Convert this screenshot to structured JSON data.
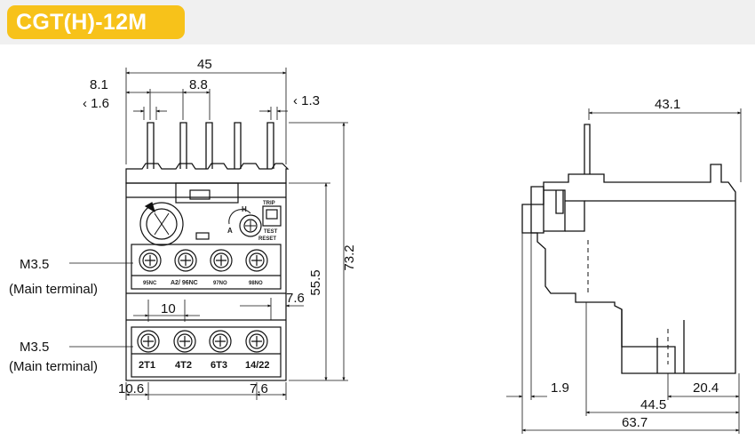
{
  "header": {
    "title": "CGT(H)-12M",
    "accent_color": "#f7c21a",
    "band_color": "#f0f0f0"
  },
  "front_view": {
    "dims": {
      "width_total": "45",
      "pitch": "8.1",
      "pitch_top": "8.8",
      "pin": "‹ 1.6",
      "pin_right": "‹ 1.3",
      "height_total": "73.2",
      "height_mid": "55.5",
      "terminal_pitch": "10",
      "offset_mid": "7.6",
      "offset_left": "10.6",
      "offset_bottom": "7.6"
    },
    "labels": {
      "upper_screw": "M3.5",
      "upper_desc": "(Main terminal)",
      "lower_screw": "M3.5",
      "lower_desc": "(Main terminal)"
    },
    "control": {
      "trip": "TRIP",
      "test": "TEST",
      "reset": "RESET",
      "h": "H",
      "a": "A"
    },
    "aux_terminals": [
      "95NC",
      "A2/ 96NC",
      "97NO",
      "98NO"
    ],
    "main_terminals": [
      "2T1",
      "4T2",
      "6T3",
      "14/22"
    ]
  },
  "side_view": {
    "dims": {
      "depth_top": "43.1",
      "offset": "1.9",
      "d1": "20.4",
      "d2": "44.5",
      "depth_total": "63.7"
    }
  }
}
